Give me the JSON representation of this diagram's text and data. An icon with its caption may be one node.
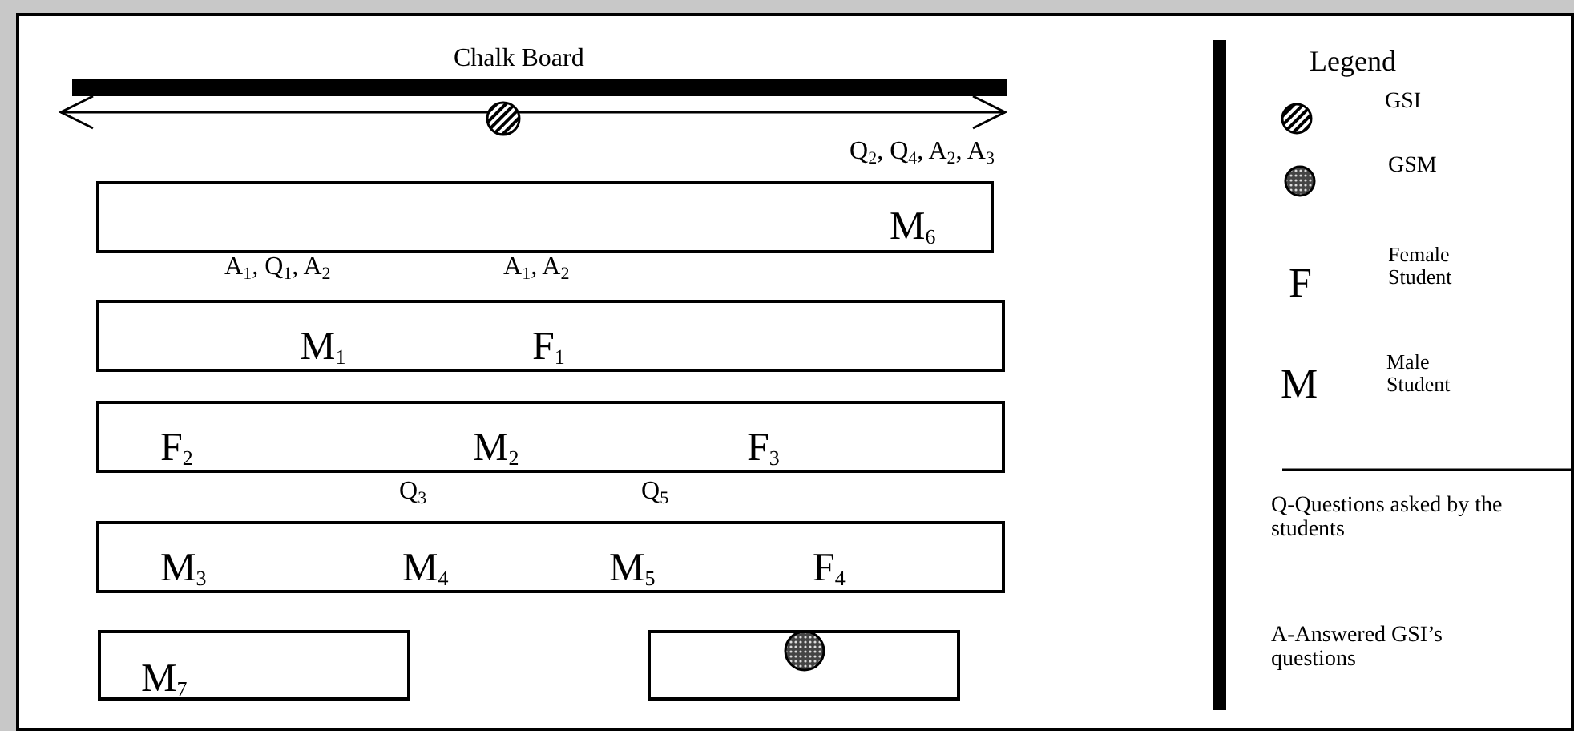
{
  "diagram": {
    "nodes": [
      {
        "text": [
          "M$_{6}$"
        ]
      },
      {
        "text": [
          "M$_{1}$",
          "F$_{1}$"
        ]
      },
      {
        "text": [
          "F$_{2}$",
          "M$_{2}$",
          "F$_{3}$"
        ]
      },
      {
        "text": [
          "M$_{3}$",
          "M$_{4}$",
          "M$_{5}$",
          "F$_{4}$"
        ]
      },
      {
        "text": [
          "M$_{7}$"
        ]
      },
      {
        "text": [],
        "shape": "box"
      }
    ],
    "labels": [
      "Chalk Board",
      "Q$_{2}$, Q$_{4}$, A$_{2}$, A$_{3}$",
      "A$_{1}$, Q$_{1}$, A$_{2}$",
      "A$_{1}$, A$_{2}$",
      "Q$_{3}$",
      "Q$_{5}$",
      "Legend",
      "F",
      "M"
    ],
    "legend": [
      {
        "text": "GSI"
      },
      {
        "text": "GSM"
      },
      {
        "text": "Female Student"
      },
      {
        "text": "Male Student"
      },
      {
        "text": "Q-Questions asked by the students"
      },
      {
        "text": "A-Answered GSI’s questions"
      }
    ]
  }
}
